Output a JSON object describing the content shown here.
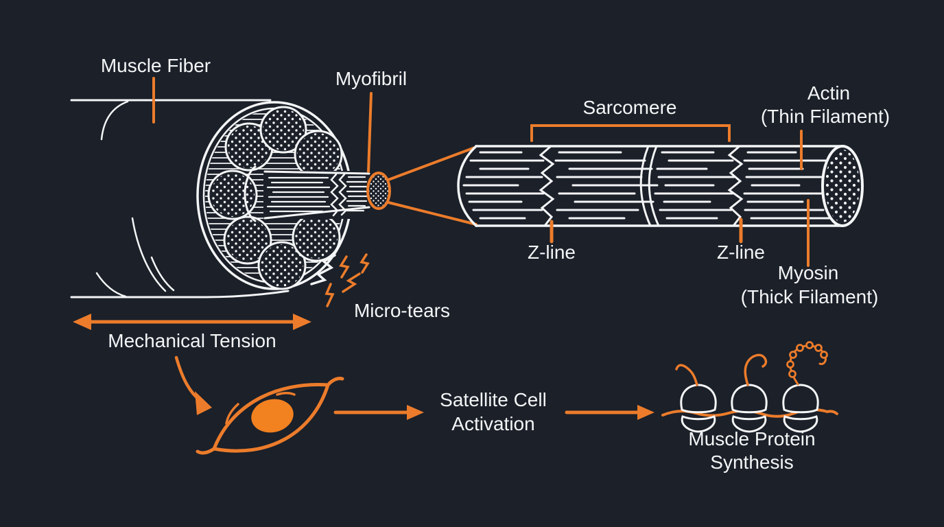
{
  "colors": {
    "background": "#1B2029",
    "stroke_white": "#F4F5F6",
    "accent_orange": "#EC7C2B",
    "nucleus_orange": "#F28120"
  },
  "labels": {
    "muscle_fiber": "Muscle Fiber",
    "myofibril": "Myofibril",
    "sarcomere": "Sarcomere",
    "actin": [
      "Actin",
      "(Thin Filament)"
    ],
    "z_line_left": "Z-line",
    "z_line_right": "Z-line",
    "myosin": [
      "Myosin",
      "(Thick Filament)"
    ],
    "micro_tears": "Micro-tears",
    "mechanical_tension": "Mechanical Tension",
    "satellite_cell_activation": [
      "Satellite Cell",
      "Activation"
    ],
    "muscle_protein_synthesis": [
      "Muscle Protein",
      "Synthesis"
    ]
  }
}
